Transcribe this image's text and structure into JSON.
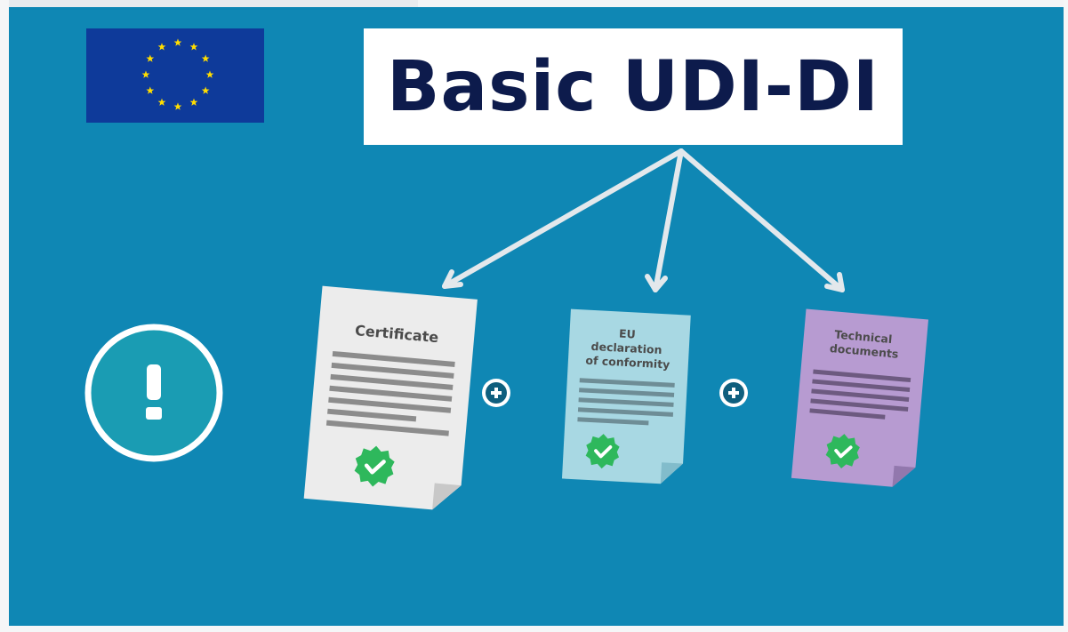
{
  "title": "Basic UDI-DI",
  "documents": [
    {
      "lines": [
        "Certificate"
      ]
    },
    {
      "lines": [
        "EU",
        "declaration",
        "of conformity"
      ]
    },
    {
      "lines": [
        "Technical",
        "documents"
      ]
    }
  ],
  "colors": {
    "background": "#0f87b4",
    "title_text": "#0d1b4c",
    "eu_flag": "#0e3a9a",
    "eu_star": "#ffdd00",
    "certificate_paper": "#ececec",
    "declaration_paper": "#a8d8e3",
    "technical_paper": "#b79bd1",
    "check_badge": "#2eb85c",
    "arrow": "#e3e8ec"
  },
  "icons": {
    "flag": "eu-flag-icon",
    "alert": "exclamation-icon",
    "plus": "plus-icon",
    "check": "check-badge-icon"
  }
}
